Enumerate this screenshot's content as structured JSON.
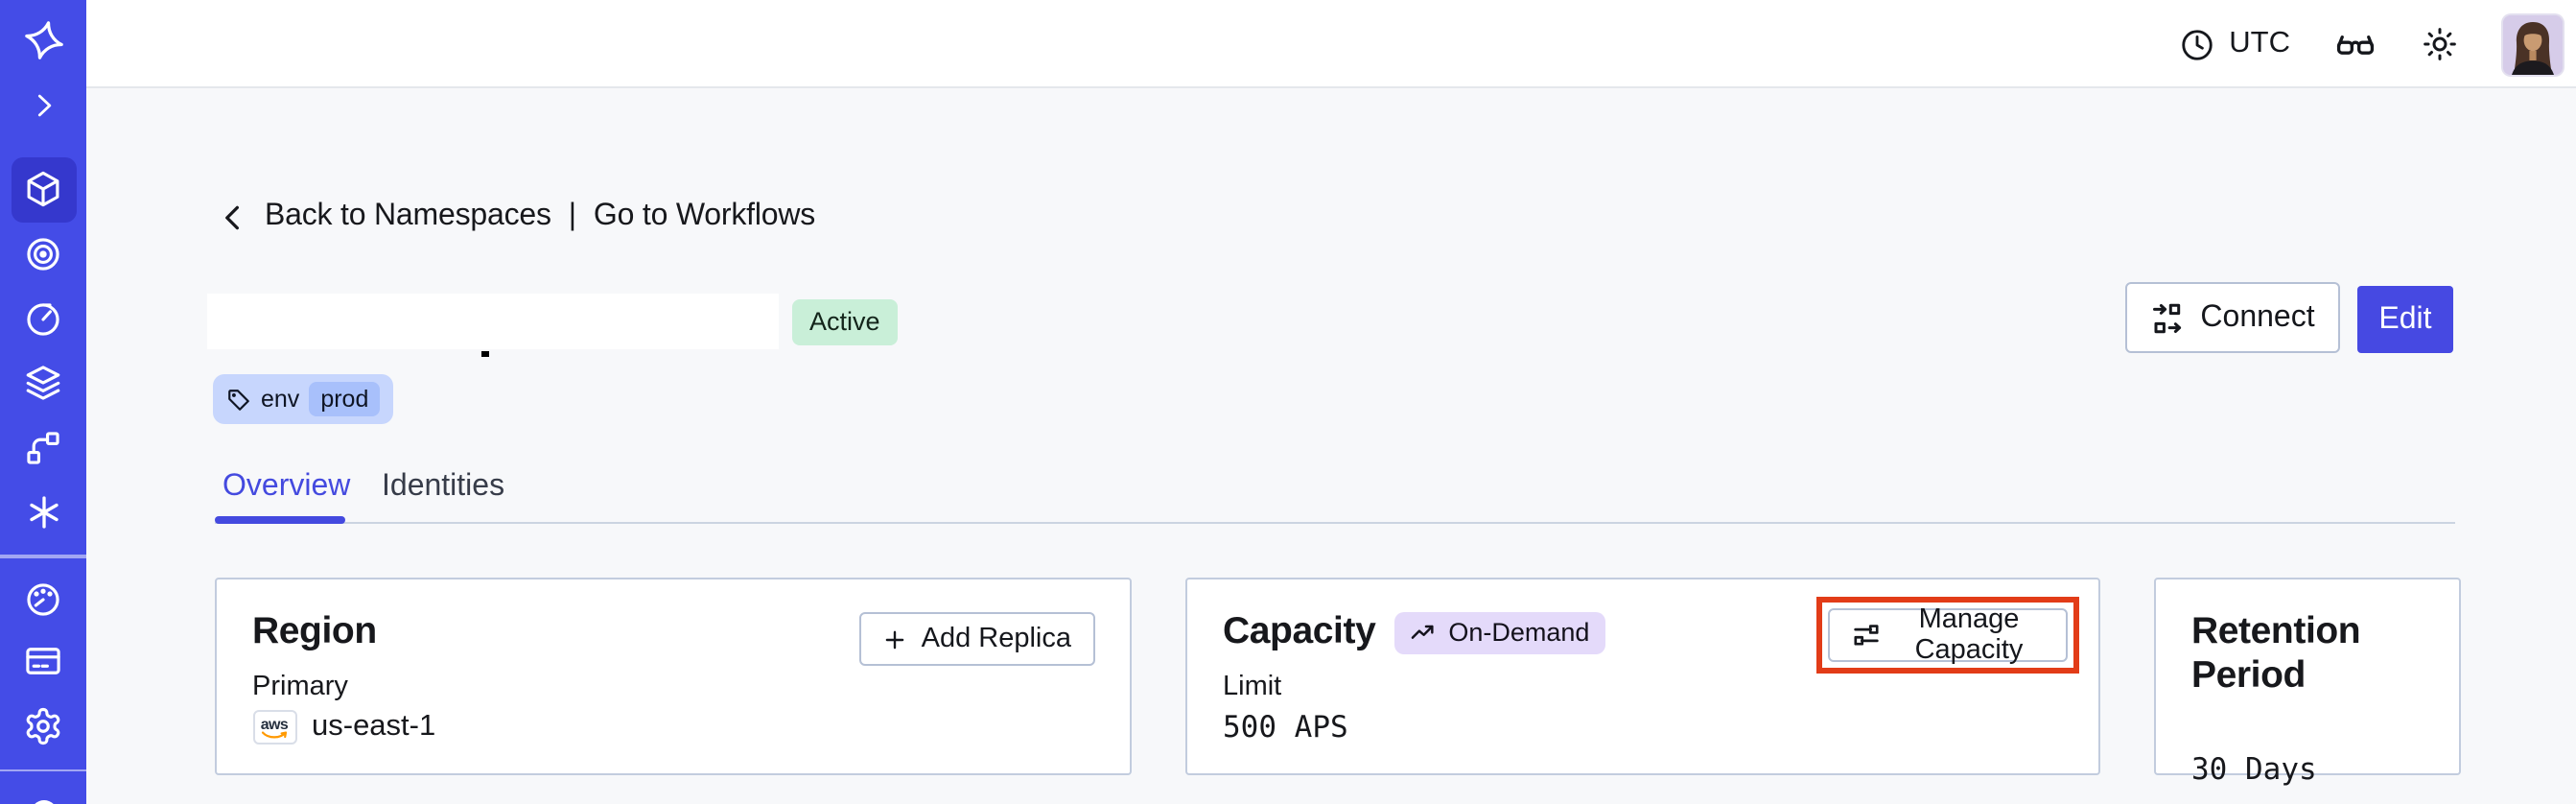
{
  "topbar": {
    "timezone_label": "UTC"
  },
  "sidebar": {
    "icons": [
      {
        "name": "temporal-logo"
      },
      {
        "name": "collapse-chevron"
      },
      {
        "name": "namespaces-cube",
        "active": true
      },
      {
        "name": "concentric-rings"
      },
      {
        "name": "history-clock"
      },
      {
        "name": "layers"
      },
      {
        "name": "branch-pipeline"
      },
      {
        "name": "asterisk"
      },
      {
        "name": "usage-gauge"
      },
      {
        "name": "billing-card"
      },
      {
        "name": "settings-gear"
      },
      {
        "name": "bottom-circle-partial"
      }
    ]
  },
  "breadcrumb": {
    "back_label": "Back to Namespaces",
    "divider": "|",
    "forward_label": "Go to Workflows"
  },
  "header": {
    "status_badge": "Active",
    "tag_key": "env",
    "tag_value": "prod",
    "connect_label": "Connect",
    "edit_label": "Edit"
  },
  "tabs": [
    {
      "label": "Overview",
      "active": true
    },
    {
      "label": "Identities",
      "active": false
    }
  ],
  "cards": {
    "region": {
      "title": "Region",
      "action_label": "Add Replica",
      "row_label": "Primary",
      "provider": "aws",
      "value": "us-east-1"
    },
    "capacity": {
      "title": "Capacity",
      "badge": "On-Demand",
      "action_label": "Manage Capacity",
      "row_label": "Limit",
      "value": "500 APS"
    },
    "retention": {
      "title": "Retention Period",
      "value": "30 Days"
    }
  },
  "annotation": {
    "highlighted_control": "Manage Capacity",
    "highlight_color": "#E23C18"
  },
  "colors": {
    "sidebar": "#444CE7",
    "sidebar_active": "#3538CD",
    "primary_button": "#4649E2",
    "tab_active": "#444ADF",
    "status_active_bg": "#C9EFD8",
    "tag_chip_bg": "#C7D6FD",
    "tag_chip_pill": "#A8C0FB",
    "ondemand_badge_bg": "#E4DAFA",
    "annotation_red": "#E23C18",
    "aws_orange": "#FF9900",
    "page_bg": "#F7F8FA",
    "card_border": "#C2CCDE"
  }
}
